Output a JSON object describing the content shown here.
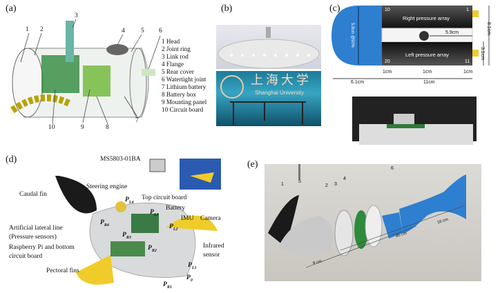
{
  "panels": {
    "a": {
      "label": "(a)",
      "callouts": [
        "1",
        "2",
        "3",
        "4",
        "5",
        "6",
        "7",
        "8",
        "9",
        "10"
      ],
      "legend": [
        "1 Head",
        "2 Joint ring",
        "3 Link rod",
        "4 Flange",
        "5 Rear cover",
        "6 Watertight joint",
        "7 Lithium battery",
        "8 Battery box",
        "9 Mounting panel",
        "10 Circuit board"
      ]
    },
    "b": {
      "label": "(b)",
      "university_logo_text": "上海大学",
      "university_name": "Shanghai University"
    },
    "c": {
      "label": "(c)",
      "right_array": "Right pressure array",
      "left_array": "Left pressure array",
      "sensor_numbers": [
        "10",
        "1",
        "20",
        "11"
      ],
      "head_dim": "5.9cm @50%",
      "center_dim": "5.9cm",
      "height_total": "8.1cm",
      "height_small": "3.1cm",
      "spacing": [
        "1cm",
        "1cm",
        "1cm"
      ],
      "head_len": "6.1cm",
      "body_len": "11cm"
    },
    "d": {
      "label": "(d)",
      "sensor_model": "MS5803-01BA",
      "annotations": [
        "Caudal fin",
        "Steering engine",
        "Top circuit board",
        "Battery",
        "IMU",
        "Camera",
        "Artificial lateral line",
        "(Pressure sensors)",
        "Raspberry Pi and bottom",
        "circuit board",
        "Infrared",
        "sensor",
        "Pectoral fins"
      ],
      "sensors": [
        "P",
        "L4",
        "P",
        "L3",
        "P",
        "L2",
        "P",
        "R4",
        "P",
        "R3",
        "P",
        "R2",
        "P",
        "L1",
        "P",
        "0",
        "P",
        "R1"
      ]
    },
    "e": {
      "label": "(e)",
      "parts": [
        "1",
        "2",
        "3",
        "4",
        "5",
        "6"
      ],
      "dims": [
        "9 cm",
        "45 cm",
        "16 cm"
      ]
    }
  },
  "colors": {
    "blue": "#2e7fd0",
    "yellow": "#f0cc2a",
    "black": "#1a1a1a"
  }
}
